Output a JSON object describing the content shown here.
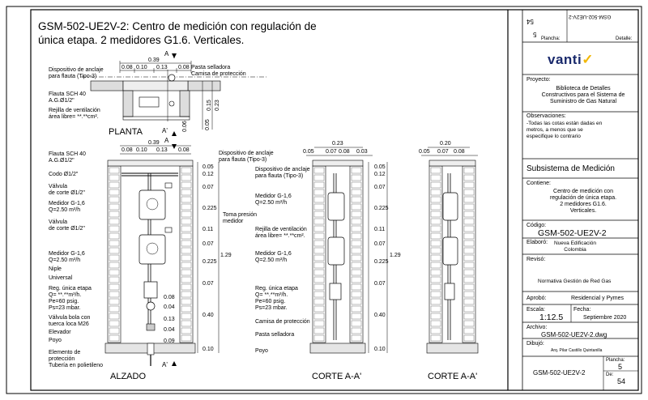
{
  "title_line1": "GSM-502-UE2V-2: Centro de medición con regulación de",
  "title_line2": "única etapa.  2 medidores G1.6. Verticales.",
  "views": {
    "plan": "PLANTA",
    "elevation": "ALZADO",
    "section1": "CORTE A-A'",
    "section2": "CORTE A-A'",
    "marker_a": "A",
    "marker_a_prime": "A'"
  },
  "plan_labels": {
    "anchor": "Dispositivo de anclaje\npara flauta (Tipo-3)",
    "flauta": "Flauta SCH 40\nA.G.Ø1/2\"",
    "rejilla": "Rejilla de ventilación\nárea libre= **.**cm².",
    "pasta": "Pasta selladora",
    "camisa": "Camisa de protección"
  },
  "plan_dims": {
    "total": "0.39",
    "parts": [
      "0.08",
      "0.10",
      "0.13",
      "0.08"
    ],
    "v1": "0.15",
    "v2": "0.23",
    "v3": "0.05",
    "v4": "0.06"
  },
  "elev_left_labels": [
    "Flauta SCH 40\nA.G.Ø1/2\"",
    "Codo Ø1/2\"",
    "Válvula\nde corte Ø1/2\"",
    "Medidor G-1,6\nQ=2.50 m³/h",
    "Válvula\nde corte Ø1/2\"",
    "Medidor G-1,6\nQ=2.50 m³/h",
    "Niple",
    "Universal",
    "Reg. única etapa\nQ= **.**m³/h.\nPe=60 psig.\nPs=23 mbar.",
    "Válvula bola con\ntuerca loca M26",
    "Elevador",
    "Poyo",
    "Elemento de\nprotección",
    "Tubería en polietileno"
  ],
  "elev_top_label": "Dispositivo de anclaje\npara flauta (Tipo-3)",
  "elev_toma": "Toma presión\nmedidor",
  "elev_dims_top": {
    "total": "0.39",
    "parts": [
      "0.08",
      "0.10",
      "0.13",
      "0.08"
    ]
  },
  "elev_dims_right": [
    "0.05",
    "0.12",
    "0.07",
    "0.225",
    "0.11",
    "0.07",
    "0.225",
    "0.07",
    "0.40",
    "0.10"
  ],
  "elev_dims_total": "1.29",
  "elev_dims_inner": [
    "0.08",
    "0.04",
    "0.13",
    "0.04",
    "0.09"
  ],
  "sec_labels": [
    "Dispositivo de anclaje\npara flauta (Tipo-3)",
    "Medidor G-1,6\nQ=2.50 m³/h",
    "Rejilla de ventilación\nárea libre= **.**cm².",
    "Medidor G-1,6\nQ=2.50 m³/h",
    "Reg. única etapa\nQ= **.**m³/h.\nPe=60 psig.\nPs=23 mbar.",
    "Camisa de protección",
    "Pasta selladora",
    "Poyo"
  ],
  "sec1_dims_top": {
    "total": "0.23",
    "parts": [
      "0.05",
      "0.07",
      "0.08",
      "0.03"
    ]
  },
  "sec2_dims_top": {
    "total": "0.20",
    "parts": [
      "0.05",
      "0.07",
      "0.08"
    ]
  },
  "sec_dims_right": [
    "0.05",
    "0.12",
    "0.07",
    "0.225",
    "0.11",
    "0.07",
    "0.225",
    "0.07",
    "0.40",
    "0.10"
  ],
  "sec_dims_total": "1.29",
  "title_block": {
    "detalle_label": "Detalle:",
    "detalle_value": "GSM-502-UE2V-2",
    "plancha_label": "Plancha:",
    "plancha_value": "5",
    "de_value": "54",
    "brand": "vanti",
    "proyecto_label": "Proyecto:",
    "proyecto_value": "Biblioteca de Detalles\nConstructivos para el Sistema de\nSuministro de Gas Natural",
    "observaciones_label": "Observaciones:",
    "observaciones_value": "-Todas las cotas están dadas en\nmetros, a menos que se\nespecifique lo contrario",
    "subsistema": "Subsistema de Medición",
    "contiene_label": "Contiene:",
    "contiene_value": "Centro de medición con\nregulación de única etapa.\n2 medidores G1.6.\nVerticales.",
    "codigo_label": "Código:",
    "codigo_value": "GSM-502-UE2V-2",
    "elaboro_label": "Elaboró:",
    "elaboro_value": "Nueva Edificación\nColombia",
    "reviso_label": "Revisó:",
    "reviso_value": "Normativa Gestión de Red Gas",
    "aprobo_label": "Aprobó:",
    "aprobo_value": "Residencial y Pymes",
    "escala_label": "Escala:",
    "escala_value": "1:12.5",
    "fecha_label": "Fecha:",
    "fecha_value": "Septiembre 2020",
    "archivo_label": "Archivo:",
    "archivo_value": "GSM-502-UE2V-2.dwg",
    "dibujo_label": "Dibujó:",
    "dibujo_value": "Arq. Pilar Castillo Quintanilla",
    "bottom_code": "GSM-502-UE2V-2",
    "bottom_plancha_label": "Plancha:",
    "bottom_plancha": "5",
    "bottom_de_label": "De:",
    "bottom_de": "54"
  }
}
